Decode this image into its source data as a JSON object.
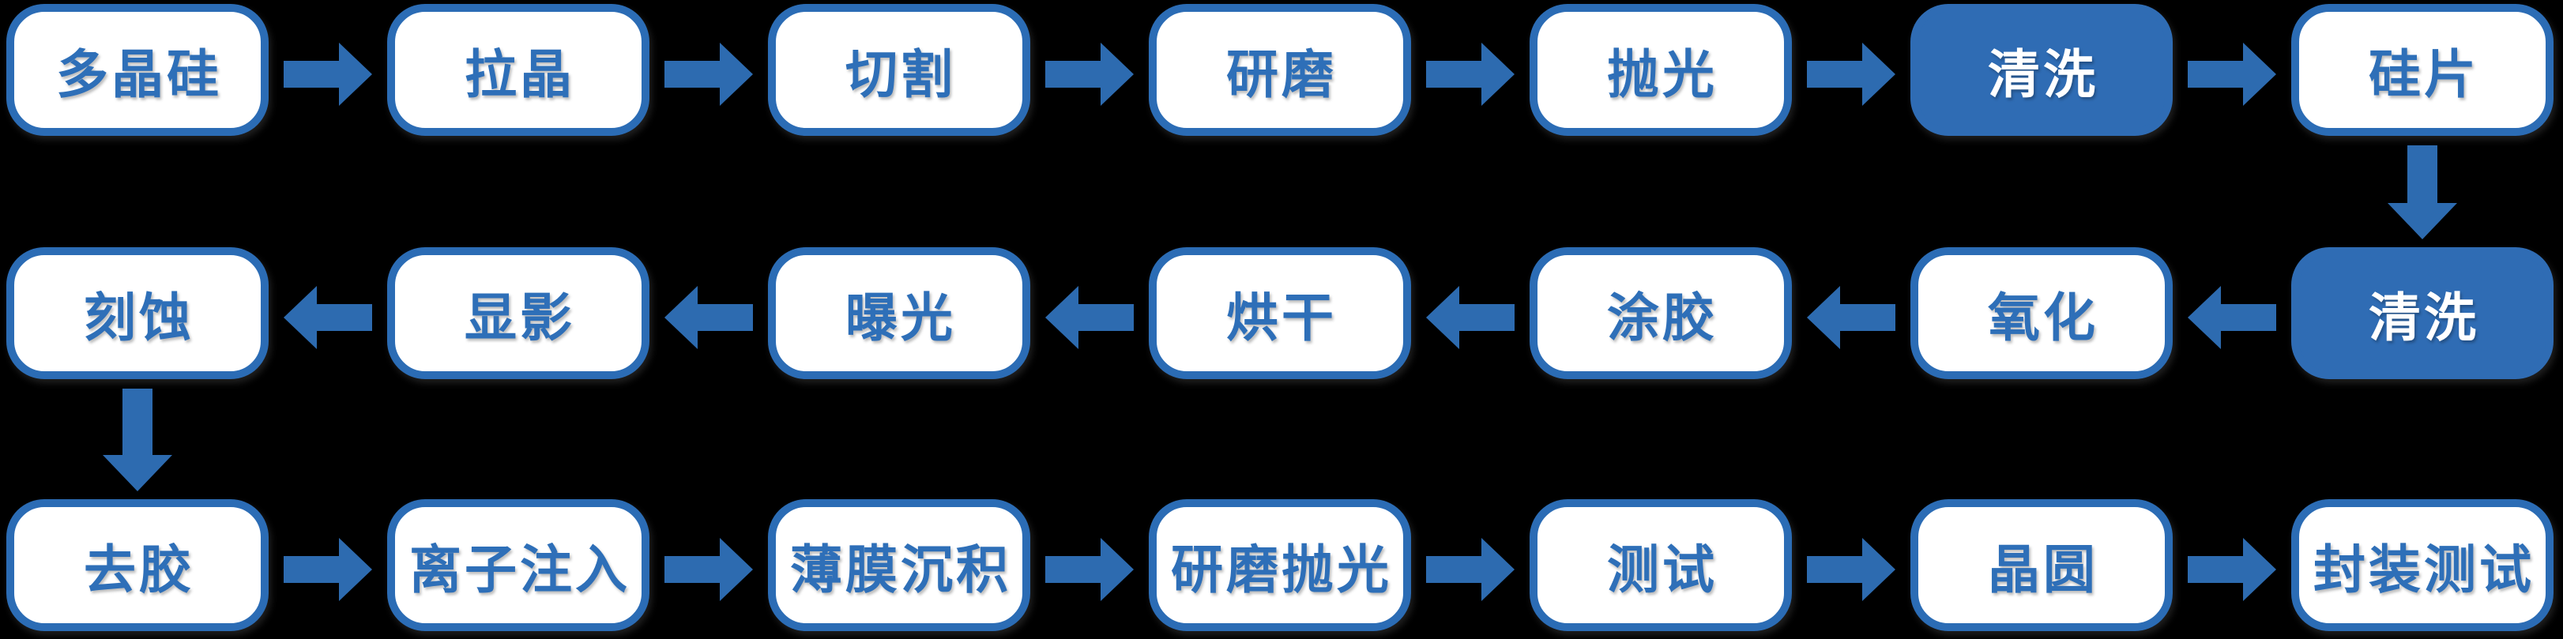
{
  "diagram": {
    "background_color": "#000000",
    "accent_color": "#2E6FB8",
    "arrow_color": "#2D6BB0",
    "node_fill": "#FFFFFF",
    "node_border_color": "#2B6CB5",
    "filled_node_color": "#2F6CB4",
    "filled_node_text_color": "#FFFFFF",
    "rows": [
      {
        "arrow_direction": "right",
        "nodes": [
          {
            "label": "多晶硅",
            "filled": false
          },
          {
            "label": "拉晶",
            "filled": false
          },
          {
            "label": "切割",
            "filled": false
          },
          {
            "label": "研磨",
            "filled": false
          },
          {
            "label": "抛光",
            "filled": false
          },
          {
            "label": "清洗",
            "filled": true
          },
          {
            "label": "硅片",
            "filled": false
          }
        ]
      },
      {
        "arrow_direction": "left",
        "nodes": [
          {
            "label": "刻蚀",
            "filled": false
          },
          {
            "label": "显影",
            "filled": false
          },
          {
            "label": "曝光",
            "filled": false
          },
          {
            "label": "烘干",
            "filled": false
          },
          {
            "label": "涂胶",
            "filled": false
          },
          {
            "label": "氧化",
            "filled": false
          },
          {
            "label": "清洗",
            "filled": true
          }
        ]
      },
      {
        "arrow_direction": "right",
        "nodes": [
          {
            "label": "去胶",
            "filled": false
          },
          {
            "label": "离子注入",
            "filled": false
          },
          {
            "label": "薄膜沉积",
            "filled": false
          },
          {
            "label": "研磨抛光",
            "filled": false
          },
          {
            "label": "测试",
            "filled": false
          },
          {
            "label": "晶圆",
            "filled": false
          },
          {
            "label": "封装测试",
            "filled": false
          }
        ]
      }
    ],
    "down_connectors": [
      {
        "from_row": 0,
        "from_label": "硅片",
        "to_row": 1,
        "to_label": "清洗",
        "column": 6
      },
      {
        "from_row": 1,
        "from_label": "刻蚀",
        "to_row": 2,
        "to_label": "去胶",
        "column": 0
      }
    ]
  }
}
